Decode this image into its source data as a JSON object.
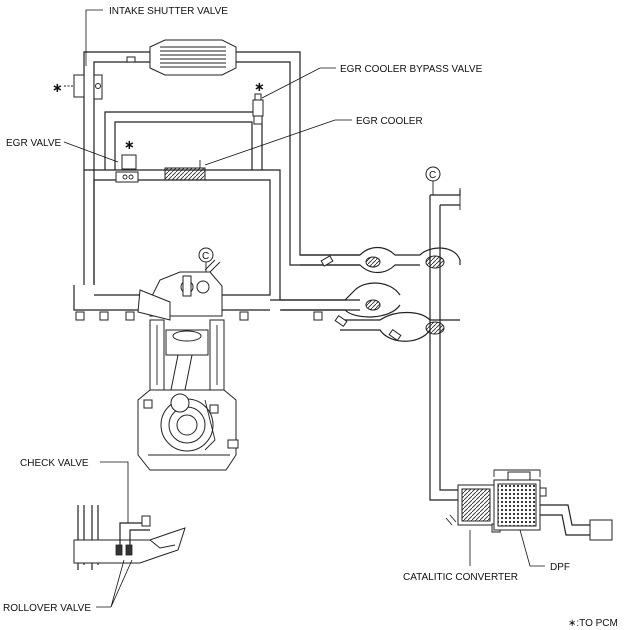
{
  "labels": {
    "intake_shutter_valve": "INTAKE SHUTTER VALVE",
    "egr_cooler_bypass_valve": "EGR COOLER BYPASS VALVE",
    "egr_cooler": "EGR COOLER",
    "egr_valve": "EGR VALVE",
    "check_valve": "CHECK VALVE",
    "rollover_valve": "ROLLOVER VALVE",
    "catalytic_converter": "CATALITIC CONVERTER",
    "dpf": "DPF",
    "to_pcm": "∗:TO PCM"
  },
  "markers": {
    "pcm_star": "∗",
    "connector_c": "C"
  }
}
